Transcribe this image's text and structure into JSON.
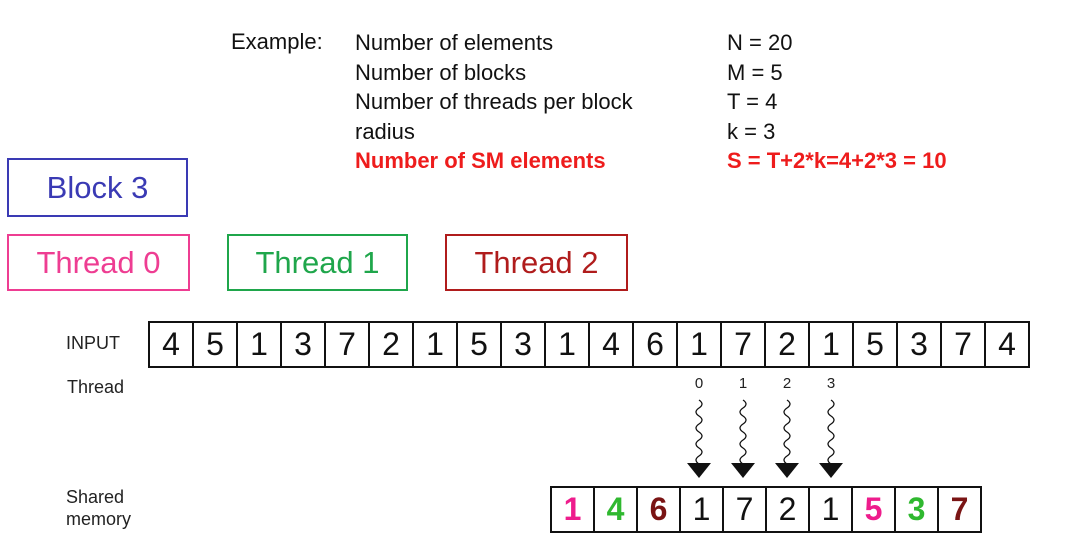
{
  "example": {
    "label": "Example:",
    "rows": [
      {
        "name": "Number of elements",
        "value": "N = 20",
        "highlight": false
      },
      {
        "name": "Number of blocks",
        "value": "M = 5",
        "highlight": false
      },
      {
        "name": "Number of threads per block",
        "value": "T = 4",
        "highlight": false
      },
      {
        "name": "radius",
        "value": "k = 3",
        "highlight": false
      },
      {
        "name": "Number of SM elements",
        "value": "S = T+2*k=4+2*3 = 10",
        "highlight": true
      }
    ]
  },
  "boxes": {
    "block": {
      "label": "Block 3",
      "color": "#3a3ab4"
    },
    "thread0": {
      "label": "Thread 0",
      "color": "#ee3d92"
    },
    "thread1": {
      "label": "Thread 1",
      "color": "#1fa64b"
    },
    "thread2": {
      "label": "Thread 2",
      "color": "#b01c1c"
    }
  },
  "input": {
    "label": "INPUT",
    "values": [
      "4",
      "5",
      "1",
      "3",
      "7",
      "2",
      "1",
      "5",
      "3",
      "1",
      "4",
      "6",
      "1",
      "7",
      "2",
      "1",
      "5",
      "3",
      "7",
      "4"
    ]
  },
  "thread_row": {
    "label": "Thread",
    "ids": [
      "0",
      "1",
      "2",
      "3"
    ]
  },
  "shared_memory": {
    "label_line1": "Shared",
    "label_line2": "memory",
    "cells": [
      {
        "value": "1",
        "color": "#ee1c8c",
        "bold": true
      },
      {
        "value": "4",
        "color": "#2fb82f",
        "bold": true
      },
      {
        "value": "6",
        "color": "#7a1414",
        "bold": true
      },
      {
        "value": "1",
        "color": "#111111",
        "bold": false
      },
      {
        "value": "7",
        "color": "#111111",
        "bold": false
      },
      {
        "value": "2",
        "color": "#111111",
        "bold": false
      },
      {
        "value": "1",
        "color": "#111111",
        "bold": false
      },
      {
        "value": "5",
        "color": "#ee1c8c",
        "bold": true
      },
      {
        "value": "3",
        "color": "#2fb82f",
        "bold": true
      },
      {
        "value": "7",
        "color": "#7a1414",
        "bold": true
      }
    ]
  },
  "colors": {
    "highlight_red": "#ee1c1c"
  }
}
